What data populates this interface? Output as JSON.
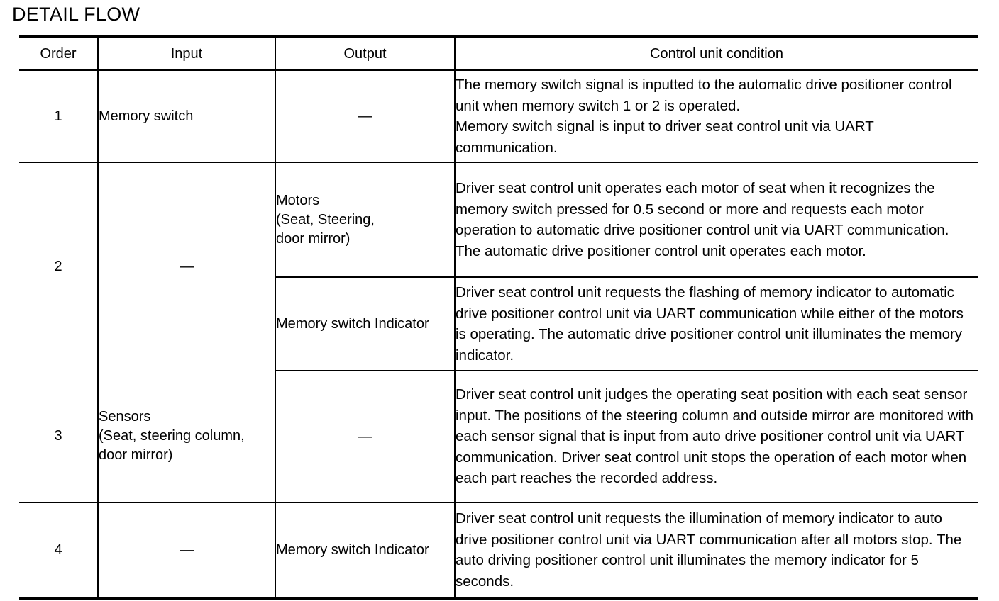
{
  "document": {
    "title": "DETAIL FLOW",
    "dash": "—"
  },
  "table": {
    "headers": {
      "order": "Order",
      "input": "Input",
      "output": "Output",
      "condition": "Control unit condition"
    },
    "rows": [
      {
        "order": "1",
        "input": "Memory switch",
        "output": "—",
        "condition": "The memory switch signal is inputted to the automatic drive positioner control unit when memory switch 1 or 2 is operated.\nMemory switch signal is input to driver seat control unit via UART communication."
      },
      {
        "order": "2",
        "input": "—",
        "sub": [
          {
            "output": "Motors\n(Seat, Steering,\ndoor mirror)",
            "condition": "Driver seat control unit operates each motor of seat when it recognizes the memory switch pressed for 0.5 second or more and requests each motor operation to automatic drive positioner control unit via UART communication. The automatic drive positioner control unit operates each motor."
          },
          {
            "output": "Memory switch Indicator",
            "condition": "Driver seat control unit requests the flashing of memory indicator to automatic drive positioner control unit via UART communication while either of the motors is operating. The automatic drive positioner control unit illuminates the memory indicator."
          }
        ]
      },
      {
        "order": "3",
        "input": "Sensors\n(Seat, steering column, door mirror)",
        "output": "—",
        "condition": "Driver seat control unit judges the operating seat position with each seat sensor input. The positions of the steering column and outside mirror are monitored with each sensor signal that is input from auto drive positioner control unit via UART communication. Driver seat control unit stops the operation of each motor when each part reaches the recorded address."
      },
      {
        "order": "4",
        "input": "—",
        "output": "Memory switch Indicator",
        "condition": "Driver seat control unit requests the illumination of memory indicator to auto drive positioner control unit via UART communication after all motors stop. The auto driving positioner control unit illuminates the memory indicator for 5 seconds."
      }
    ]
  }
}
